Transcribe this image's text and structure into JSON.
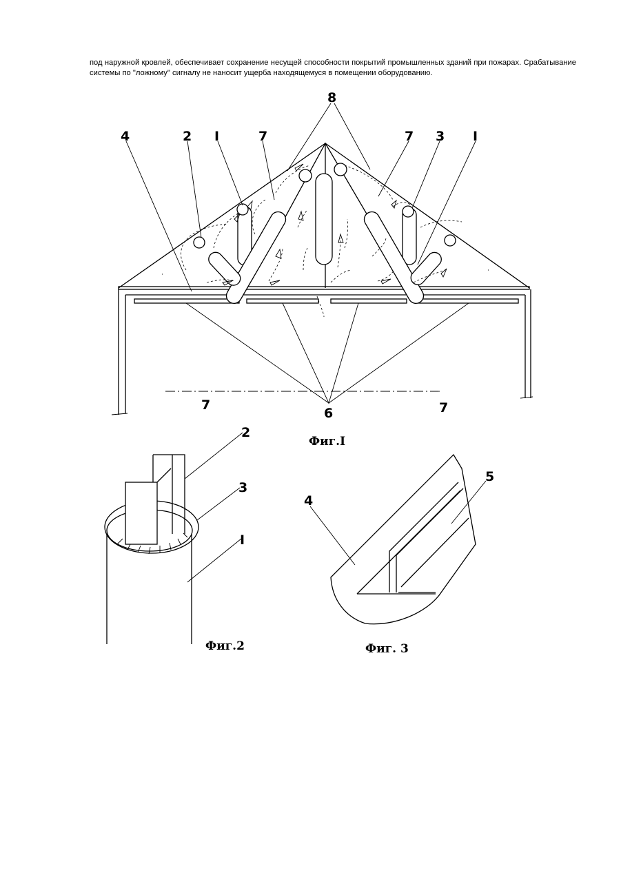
{
  "paragraph": "под наружной кровлей, обеспечивает сохранение несущей способности покрытий промышленных зданий при пожарах. Срабатывание системы по \"ложному\" сигналу не наносит ущерба находящемуся в помещении оборудованию.",
  "fig1": {
    "caption": "Фиг.I",
    "labels": {
      "l4": "4",
      "l2": "2",
      "l1a": "I",
      "l7a": "7",
      "l8": "8",
      "l7b": "7",
      "l3": "3",
      "l1b": "I",
      "l7c": "7",
      "l6": "6",
      "l7d": "7"
    }
  },
  "fig2": {
    "caption": "Фиг.2",
    "labels": {
      "l2": "2",
      "l3": "3",
      "l1": "I"
    }
  },
  "fig3": {
    "caption": "Фиг. 3",
    "labels": {
      "l4": "4",
      "l5": "5"
    }
  }
}
